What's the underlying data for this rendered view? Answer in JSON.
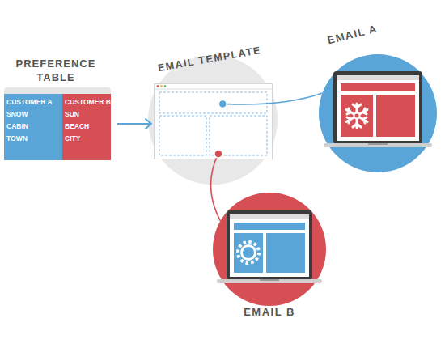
{
  "diagram": {
    "nodes": [
      {
        "text": [
          "PREFERENCE TABLE"
        ]
      },
      {
        "text": [
          "CUSTOMER A",
          "SNOW",
          "CABIN",
          "TOWN"
        ],
        "in": 0
      },
      {
        "text": [
          "CUSTOMER B",
          "SUN",
          "BEACH",
          "CITY"
        ],
        "in": 0
      },
      {
        "text": [
          "EMAIL TEMPLATE"
        ]
      },
      {
        "text": [
          "EMAIL A"
        ]
      },
      {
        "text": [
          "EMAIL B"
        ]
      }
    ],
    "edges": [
      {
        "from": 0,
        "to": 3,
        "arrow": "to"
      },
      {
        "from": 3,
        "to": 4,
        "arrow": "none"
      },
      {
        "from": 3,
        "to": 5,
        "arrow": "none"
      }
    ]
  }
}
